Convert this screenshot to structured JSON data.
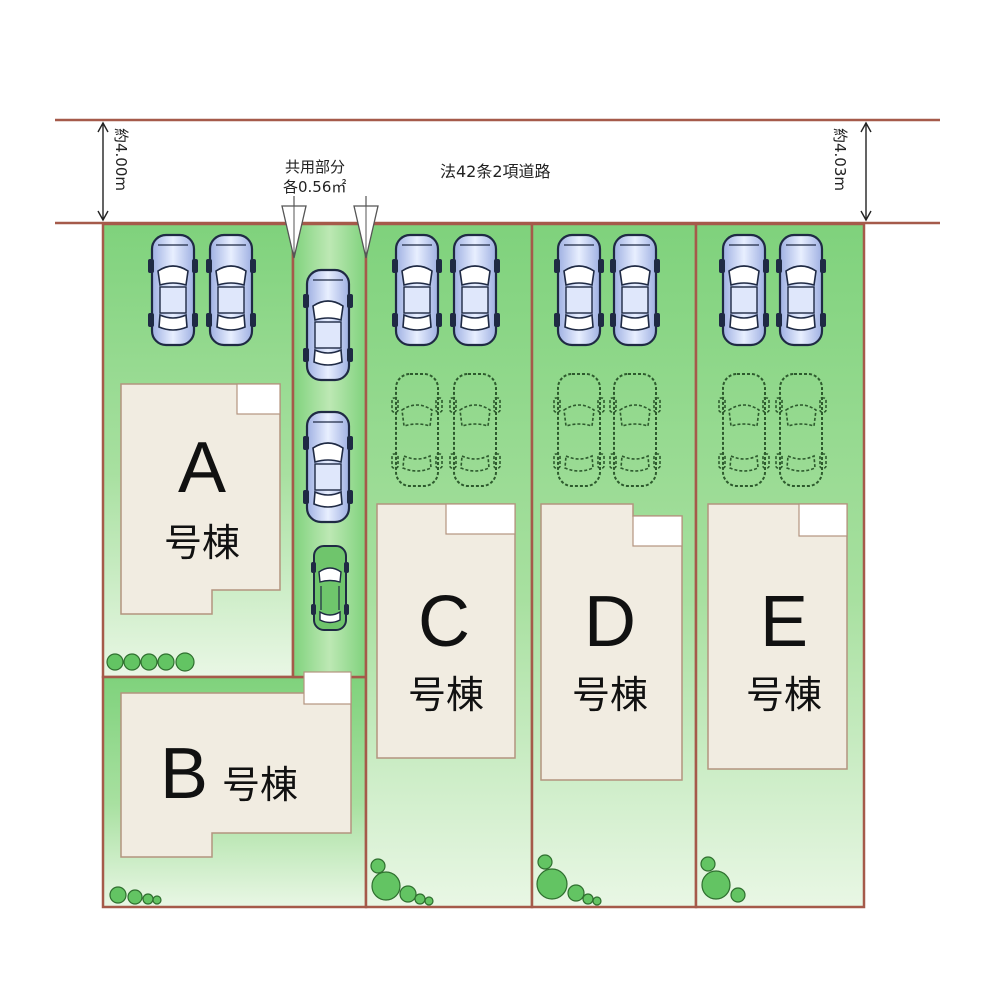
{
  "road": {
    "label": "法42条2項道路",
    "width_left": "約4.00m",
    "width_right": "約4.03m"
  },
  "shared_area": {
    "line1": "共用部分",
    "line2": "各0.56㎡"
  },
  "buildings": {
    "A": {
      "letter": "A",
      "suffix": "号棟"
    },
    "B": {
      "letter": "B",
      "suffix": "号棟"
    },
    "C": {
      "letter": "C",
      "suffix": "号棟"
    },
    "D": {
      "letter": "D",
      "suffix": "号棟"
    },
    "E": {
      "letter": "E",
      "suffix": "号棟"
    }
  },
  "colors": {
    "lot_green": "#8fd78a",
    "lot_light": "#e7f6e2",
    "boundary": "#a55a4a",
    "building_fill": "#f1ece1",
    "car_body": "#bcc8ea",
    "car_outline": "#1f2a44",
    "tree": "#63c463"
  },
  "icons": [
    "car-icon",
    "car-outline-icon",
    "tree-icon",
    "dimension-arrow-icon"
  ]
}
